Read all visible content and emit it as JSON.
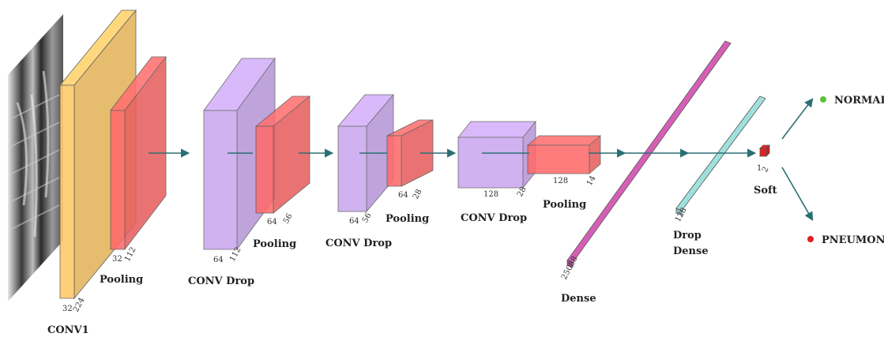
{
  "layers": {
    "conv1": {
      "name": "CONV1",
      "dim_a": "32",
      "dim_b": "224"
    },
    "pool1": {
      "name": "Pooling",
      "dim_a": "32",
      "dim_b": "112"
    },
    "conv2": {
      "name": "CONV Drop",
      "dim_a": "64",
      "dim_b": "112"
    },
    "pool2": {
      "name": "Pooling",
      "dim_a": "64",
      "dim_b": "56"
    },
    "conv3": {
      "name": "CONV Drop",
      "dim_a": "64",
      "dim_b": "56"
    },
    "pool3": {
      "name": "Pooling",
      "dim_a": "64",
      "dim_b": "28"
    },
    "conv4": {
      "name": "CONV Drop",
      "dim_a": "128",
      "dim_b": "28"
    },
    "pool4": {
      "name": "Pooling",
      "dim_a": "128",
      "dim_b": "14"
    },
    "dense": {
      "name": "Dense",
      "dim": "25088"
    },
    "drop_dense": {
      "name_line1": "Drop",
      "name_line2": "Dense",
      "dim": "128"
    },
    "soft": {
      "name": "Soft",
      "dim": "2"
    }
  },
  "outputs": {
    "normal": {
      "label": "NORMAL",
      "color": "#5cc23a"
    },
    "pneumonia": {
      "label": "PNEUMONIA",
      "color": "#e01f1f"
    }
  },
  "colors": {
    "conv1": "#fdcb6e",
    "pool": "#ff6b6b",
    "conv": "#c9a5ee",
    "dense": "#d65fb6",
    "drop_dense": "#9fe0dc",
    "soft": "#e02020",
    "arrow": "#2b6f73"
  }
}
